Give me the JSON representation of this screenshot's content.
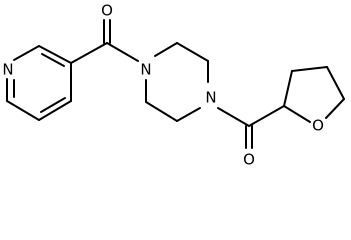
{
  "atoms": {
    "pyridine_n": "N",
    "carbonyl_o_top": "O",
    "piperazine_n_left": "N",
    "piperazine_n_right": "N",
    "carbonyl_o_bottom": "O",
    "thf_o": "O"
  },
  "colors": {
    "bond": "#000000",
    "atom_label": "#000000",
    "background": "#ffffff"
  }
}
